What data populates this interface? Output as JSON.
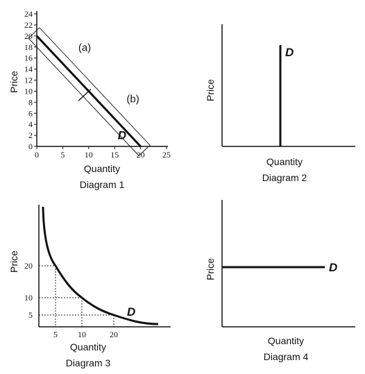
{
  "chart_data": [
    {
      "type": "line",
      "caption": "Diagram 1",
      "xlabel": "Quantity",
      "ylabel": "Price",
      "xlim": [
        0,
        25
      ],
      "ylim": [
        0,
        24
      ],
      "xticks": [
        "0",
        "5",
        "10",
        "15",
        "20",
        "25"
      ],
      "yticks": [
        "0",
        "2",
        "4",
        "6",
        "8",
        "10",
        "12",
        "14",
        "16",
        "18",
        "20",
        "22",
        "24"
      ],
      "series": [
        {
          "name": "D",
          "x": [
            0,
            20
          ],
          "y": [
            20,
            0
          ]
        }
      ],
      "annotations": [
        {
          "text": "(a)",
          "segment": "upper",
          "range_x": [
            0,
            10
          ]
        },
        {
          "text": "(b)",
          "segment": "lower",
          "range_x": [
            10,
            20
          ]
        }
      ],
      "divider_at": {
        "x": 10,
        "y": 10
      }
    },
    {
      "type": "line",
      "caption": "Diagram 2",
      "xlabel": "Quantity",
      "ylabel": "Price",
      "series": [
        {
          "name": "D",
          "shape": "vertical"
        }
      ]
    },
    {
      "type": "line",
      "caption": "Diagram 3",
      "xlabel": "Quantity",
      "ylabel": "Price",
      "xticks": [
        "5",
        "10",
        "20"
      ],
      "yticks": [
        "5",
        "10",
        "20"
      ],
      "series": [
        {
          "name": "D",
          "shape": "rectangular-hyperbola",
          "points": [
            [
              5,
              20
            ],
            [
              10,
              10
            ],
            [
              20,
              5
            ]
          ]
        }
      ],
      "guides": "dotted lines to each axis from the three points"
    },
    {
      "type": "line",
      "caption": "Diagram 4",
      "xlabel": "Quantity",
      "ylabel": "Price",
      "series": [
        {
          "name": "D",
          "shape": "horizontal"
        }
      ]
    }
  ],
  "labels": {
    "curve": "D",
    "a": "(a)",
    "b": "(b)"
  }
}
